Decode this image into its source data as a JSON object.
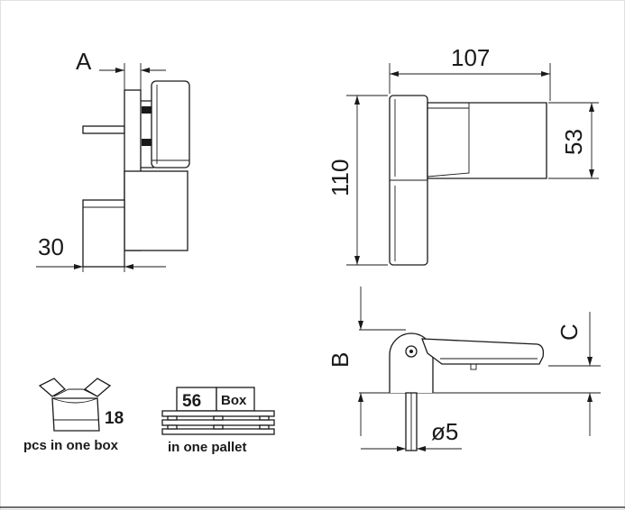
{
  "dimensions": {
    "a": "A",
    "d107": "107",
    "d53": "53",
    "d110": "110",
    "d30": "30",
    "b": "B",
    "c": "C",
    "phi5": "ø5"
  },
  "packaging": {
    "box_count": "18",
    "box_text": "pcs in one box",
    "pallet_count": "56",
    "pallet_unit": "Box",
    "pallet_text": "in one pallet"
  }
}
